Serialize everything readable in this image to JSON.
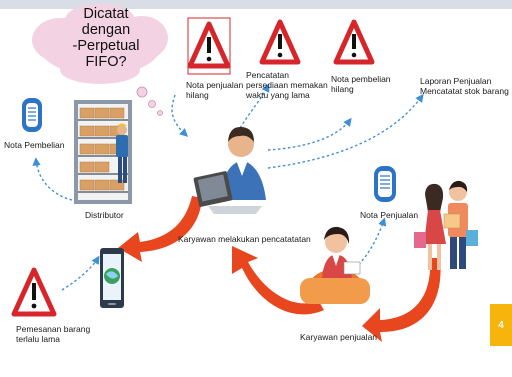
{
  "thought_bubble": {
    "text": "Dicatat\ndengan\n-Perpetual\nFIFO?"
  },
  "labels": {
    "nota_pembelian_left": "Nota Pembelian",
    "distributor": "Distributor",
    "nota_penjualan_hilang": "Nota penjualan\nhilang",
    "pencatatan_lama": "Pencatatan\npersediaan memakan\nwaktu yang lama",
    "nota_pembelian_hilang": "Nota pembelian\nhilang",
    "laporan_penjualan": "Laporan Penjualan\nMencatatat stok barang",
    "karyawan_pencatatan": "Karyawan melakukan pencatatatan",
    "nota_penjualan_right": "Nota Penjualan",
    "pemesanan": "Pemesanan barang\nterlalu lama",
    "karyawan_penjualan": "Karyawan penjualan"
  },
  "page_number": "4",
  "colors": {
    "warning_red": "#d7262b",
    "arrow_red": "#e8461f",
    "dotted_blue": "#3f8fd6",
    "cloud_pink": "#f3d3e3",
    "badge_yellow": "#f6b40d"
  }
}
